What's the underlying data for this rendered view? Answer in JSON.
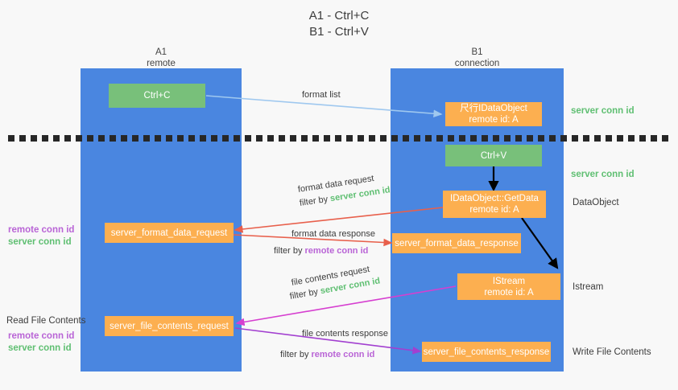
{
  "title": {
    "line1": "A1 - Ctrl+C",
    "line2": "B1 - Ctrl+V"
  },
  "colors": {
    "lane": "#4a86e0",
    "node_green": "#78c07a",
    "node_orange": "#fcaf50",
    "server_conn_id": "#5fbf72",
    "remote_conn_id": "#b964d6",
    "arrow_blue": "#9fc8ef",
    "arrow_red": "#e8604c",
    "arrow_magenta": "#d63fd0",
    "arrow_purple": "#a23fd0",
    "arrow_black": "#000000",
    "background": "#f8f8f8"
  },
  "lanes": [
    {
      "name": "A1",
      "sub": "remote"
    },
    {
      "name": "B1",
      "sub": "connection"
    }
  ],
  "nodes": {
    "ctrl_c": {
      "label": "Ctrl+C"
    },
    "ctrl_v": {
      "label": "Ctrl+V"
    },
    "idataobject": {
      "line1": "尺行IDataObject",
      "line2": "remote id: A"
    },
    "getdata": {
      "line1": "IDataObject::GetData",
      "line2": "remote id: A"
    },
    "istream": {
      "line1": "IStream",
      "line2": "remote id: A"
    },
    "format_data_request": {
      "label": "server_format_data_request"
    },
    "format_data_response": {
      "label": "server_format_data_response"
    },
    "file_contents_request": {
      "label": "server_file_contents_request"
    },
    "file_contents_response": {
      "label": "server_file_contents_response"
    }
  },
  "edges": {
    "format_list": "format list",
    "format_data_request": "format data request",
    "format_data_request_filter_prefix": "filter by ",
    "format_data_request_filter_value": "server conn id",
    "format_data_response": "format data response",
    "format_data_response_filter_prefix": "filter by ",
    "format_data_response_filter_value": "remote conn id",
    "file_contents_request": "file contents request",
    "file_contents_request_filter_prefix": "filter by ",
    "file_contents_request_filter_value": "server conn id",
    "file_contents_response": "file contents response",
    "file_contents_response_filter_prefix": "filter by ",
    "file_contents_response_filter_value": "remote conn id"
  },
  "annotations": {
    "right_server_conn_id_top": "server conn id",
    "right_server_conn_id_mid": "server conn id",
    "right_dataobject": "DataObject",
    "right_istream": "Istream",
    "right_write_file_contents": "Write File Contents",
    "left_remote_conn_id_1": "remote conn id",
    "left_server_conn_id_1": "server conn id",
    "left_read_file_contents": "Read File Contents",
    "left_remote_conn_id_2": "remote conn id",
    "left_server_conn_id_2": "server conn id"
  }
}
